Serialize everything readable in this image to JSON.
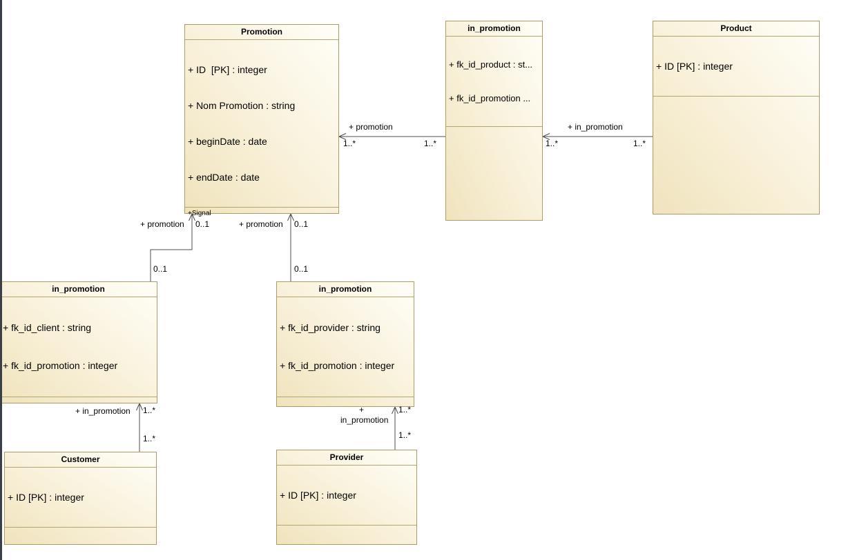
{
  "canvas": {
    "background": "#ffffff",
    "edge_bar_color": "#3b4046",
    "box_border_color": "#ab9c64",
    "box_fill_from": "#f0e3bd",
    "box_fill_to": "#fffef8",
    "connector_color": "#4d4d4d"
  },
  "classes": [
    {
      "title": "Promotion",
      "attributes": [
        "+ ID  [PK] : integer",
        "+ Nom Promotion : string",
        "+ beginDate : date",
        "+ endDate : date"
      ],
      "operations": [
        "+Signal"
      ]
    },
    {
      "title": "in_promotion",
      "attributes": [
        "+ fk_id_product : st...",
        "+ fk_id_promotion ..."
      ],
      "operations": []
    },
    {
      "title": "Product",
      "attributes": [
        "+ ID [PK] : integer"
      ],
      "operations": []
    },
    {
      "title": "in_promotion",
      "attributes": [
        "+ fk_id_client : string",
        "+ fk_id_promotion : integer"
      ],
      "operations": []
    },
    {
      "title": "in_promotion",
      "attributes": [
        "+ fk_id_provider : string",
        "+ fk_id_promotion : integer"
      ],
      "operations": []
    },
    {
      "title": "Customer",
      "attributes": [
        "+ ID [PK] : integer"
      ],
      "operations": []
    },
    {
      "title": "Provider",
      "attributes": [
        "+ ID [PK] : integer"
      ],
      "operations": []
    }
  ],
  "associations": [
    {
      "role": "+ promotion",
      "mult_target": "1..*",
      "mult_source": "1..*"
    },
    {
      "role": "+ in_promotion",
      "mult_target": "1..*",
      "mult_source": "1..*"
    },
    {
      "role": "+ promotion",
      "mult_target": "0..1",
      "mult_source": "0..1"
    },
    {
      "role": "+ promotion",
      "mult_target": "0..1",
      "mult_source": "0..1"
    },
    {
      "role": "+ in_promotion",
      "mult_target": "1..*",
      "mult_source": "1..*"
    },
    {
      "role": "+",
      "role_line2": "in_promotion",
      "mult_target": "1..*",
      "mult_source": "1..*"
    }
  ]
}
